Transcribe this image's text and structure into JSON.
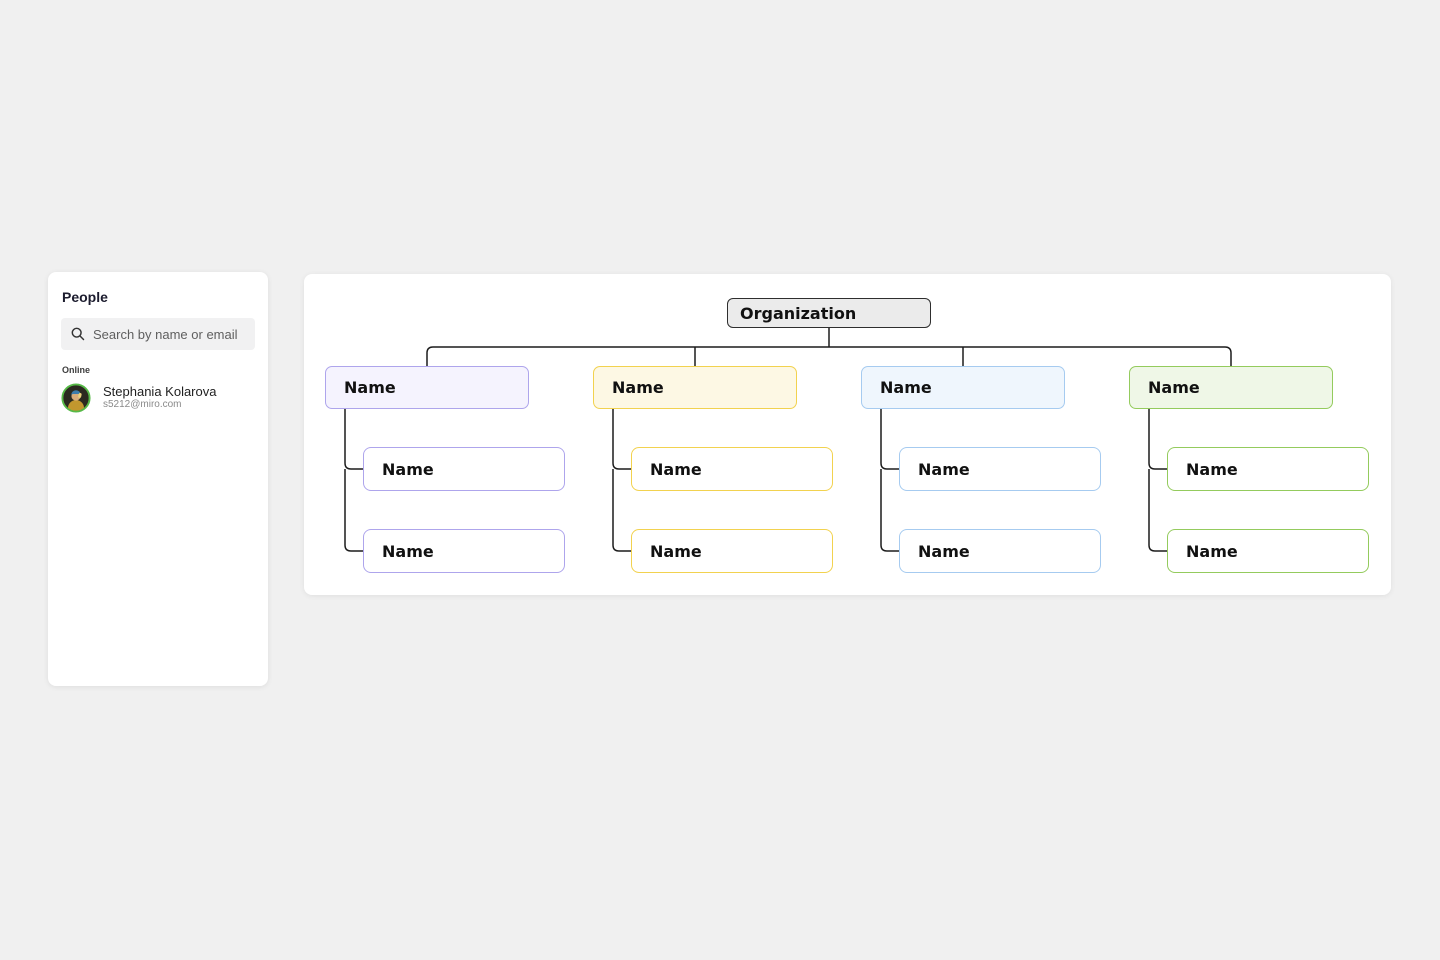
{
  "sidebar": {
    "title": "People",
    "search": {
      "placeholder": "Search by name or email"
    },
    "online_label": "Online",
    "users": [
      {
        "name": "Stephania Kolarova",
        "email": "s5212@miro.com"
      }
    ],
    "presence_ring_color": "#56b947"
  },
  "org_chart": {
    "root": {
      "label": "Organization",
      "fill": "#ebebeb",
      "border": "#2e2e2e"
    },
    "branches": [
      {
        "label": "Name",
        "fill": "#f5f3fe",
        "border": "#aea5ec",
        "children": [
          "Name",
          "Name"
        ]
      },
      {
        "label": "Name",
        "fill": "#fdf8e4",
        "border": "#f2d24f",
        "children": [
          "Name",
          "Name"
        ]
      },
      {
        "label": "Name",
        "fill": "#eff6fd",
        "border": "#a6cbf0",
        "children": [
          "Name",
          "Name"
        ]
      },
      {
        "label": "Name",
        "fill": "#eff7e7",
        "border": "#94cb5d",
        "children": [
          "Name",
          "Name"
        ]
      }
    ],
    "connector_color": "#1c1c1c"
  }
}
